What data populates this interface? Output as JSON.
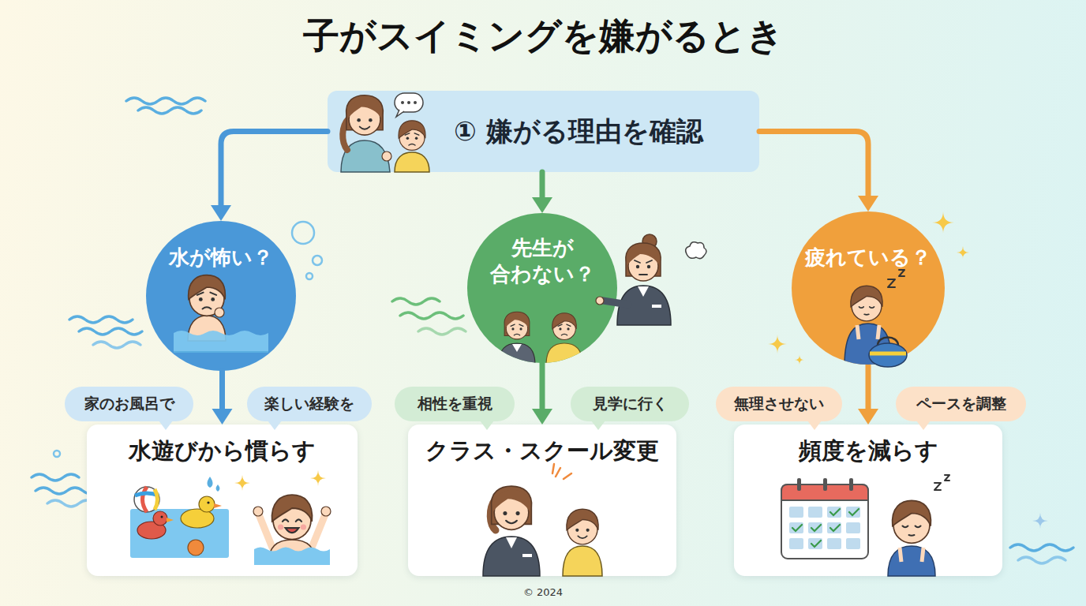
{
  "diagram": {
    "title": "子がスイミングを嫌がるとき",
    "nodes": [
      {
        "text": [
          "① 嫌がる理由を確認"
        ]
      },
      {
        "text": [
          "水が怖い？"
        ]
      },
      {
        "text": [
          "先生が 合わない？"
        ]
      },
      {
        "text": [
          "疲れている？"
        ]
      },
      {
        "text": [
          "家のお風呂で"
        ]
      },
      {
        "text": [
          "楽しい経験を"
        ]
      },
      {
        "text": [
          "相性を重視"
        ]
      },
      {
        "text": [
          "見学に行く"
        ]
      },
      {
        "text": [
          "無理させない"
        ]
      },
      {
        "text": [
          "ペースを調整"
        ]
      },
      {
        "text": [
          "水遊びから慣らす"
        ]
      },
      {
        "text": [
          "クラス・スクール変更"
        ]
      },
      {
        "text": [
          "頻度を減らす"
        ]
      }
    ],
    "edges": [
      {
        "from": 0,
        "to": 1,
        "arrow": "to"
      },
      {
        "from": 0,
        "to": 2,
        "arrow": "to"
      },
      {
        "from": 0,
        "to": 3,
        "arrow": "to"
      },
      {
        "from": 1,
        "to": 10,
        "arrow": "to"
      },
      {
        "from": 2,
        "to": 11,
        "arrow": "to"
      },
      {
        "from": 3,
        "to": 12,
        "arrow": "to"
      }
    ],
    "labels": [
      "© 2024"
    ]
  }
}
